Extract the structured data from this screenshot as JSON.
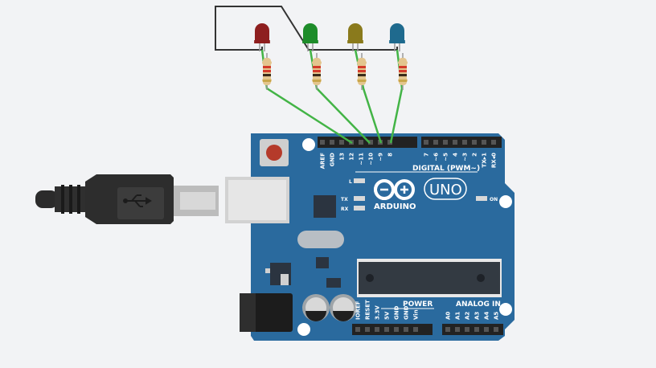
{
  "board": {
    "brand": "ARDUINO",
    "model": "UNO",
    "digital_label": "DIGITAL (PWM~)",
    "power_label": "POWER",
    "analog_label": "ANALOG IN",
    "on_label": "ON",
    "l_label": "L",
    "tx_label": "TX",
    "rx_label": "RX",
    "top_pins_left": [
      "AREF",
      "GND",
      "13",
      "12",
      "~11",
      "~10",
      "~9",
      "8"
    ],
    "top_pins_right": [
      "7",
      "~6",
      "~5",
      "4",
      "~3",
      "2",
      "TX▸1",
      "RX◂0"
    ],
    "power_pins": [
      "IOREF",
      "RESET",
      "3.3V",
      "5V",
      "GND",
      "GND",
      "Vin"
    ],
    "analog_pins": [
      "A0",
      "A1",
      "A2",
      "A3",
      "A4",
      "A5"
    ]
  },
  "components": {
    "leds": [
      {
        "name": "red-led",
        "color": "#8e1f1f"
      },
      {
        "name": "green-led",
        "color": "#1e8c2a"
      },
      {
        "name": "yellow-led",
        "color": "#8a7a1c"
      },
      {
        "name": "blue-led",
        "color": "#1f6a8e"
      }
    ],
    "wire_color": "#43b446",
    "ground_wire_color": "#333333",
    "board_color": "#2a6a9e"
  }
}
